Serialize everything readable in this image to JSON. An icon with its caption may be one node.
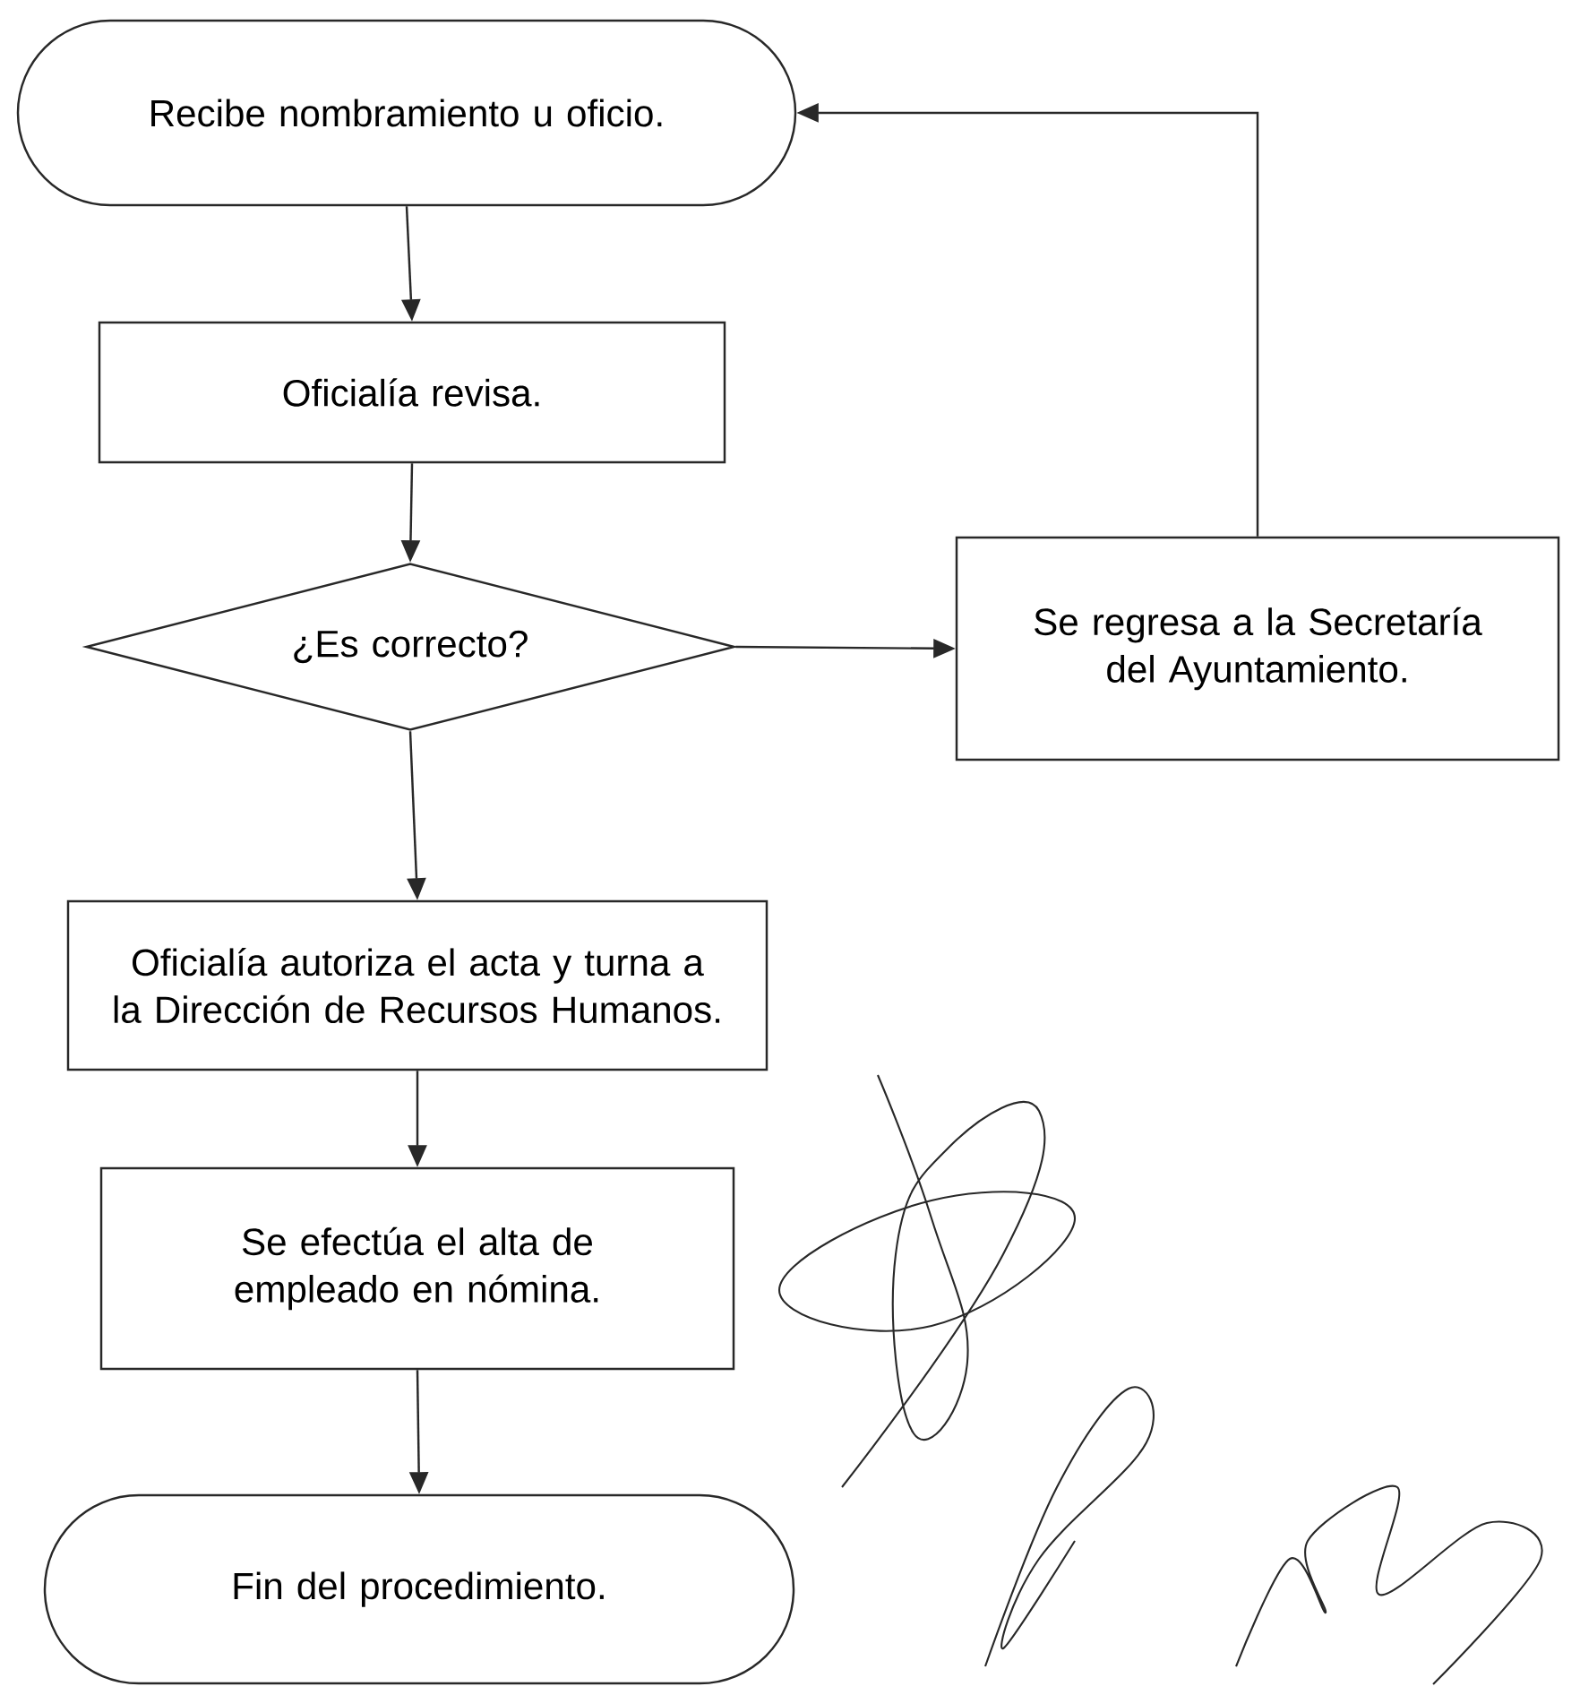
{
  "diagram": {
    "nodes": [
      {
        "text": [
          "Recibe nombramiento u oficio."
        ]
      },
      {
        "text": [
          "Oficialía revisa."
        ]
      },
      {
        "text": [
          "¿Es correcto?"
        ]
      },
      {
        "text": [
          "Se regresa a la Secretaría del Ayuntamiento."
        ]
      },
      {
        "text": [
          "Oficialía autoriza el acta y turna a la Dirección de Recursos Humanos."
        ]
      },
      {
        "text": [
          "Se efectúa el alta de empleado en nómina."
        ]
      },
      {
        "text": [
          "Fin del procedimiento."
        ]
      }
    ],
    "edges": [
      {
        "from": 0,
        "to": 1,
        "arrow": "to"
      },
      {
        "from": 1,
        "to": 2,
        "arrow": "to"
      },
      {
        "from": 2,
        "to": 3,
        "arrow": "to"
      },
      {
        "from": 3,
        "to": 0,
        "arrow": "to"
      },
      {
        "from": 2,
        "to": 4,
        "arrow": "to"
      },
      {
        "from": 4,
        "to": 5,
        "arrow": "to"
      },
      {
        "from": 5,
        "to": 6,
        "arrow": "to"
      }
    ]
  }
}
